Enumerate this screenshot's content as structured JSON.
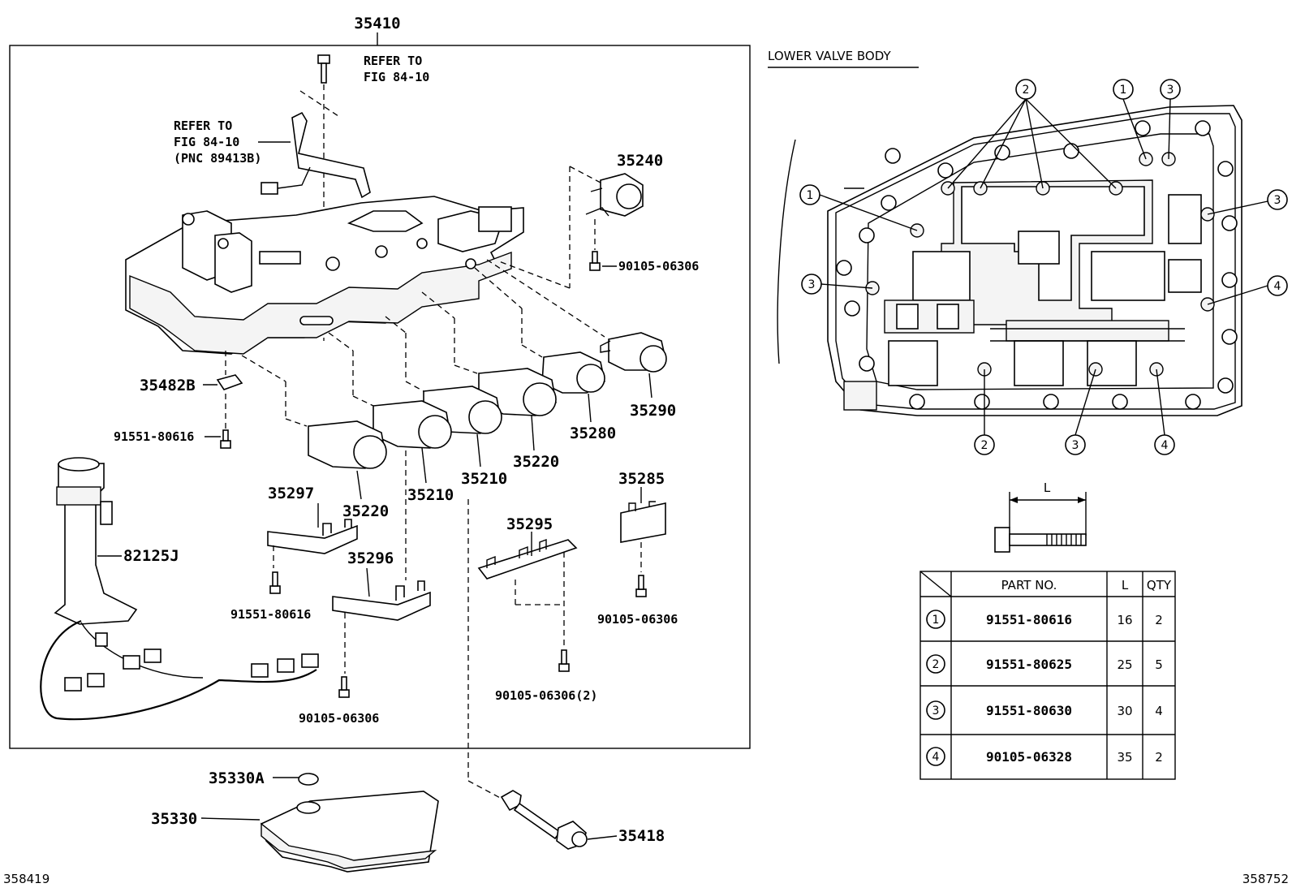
{
  "main_group": {
    "part_no": "35410"
  },
  "refer_labels": {
    "bolt_ref_line1": "REFER TO",
    "bolt_ref_line2": "FIG 84-10",
    "harness_ref_line1": "REFER TO",
    "harness_ref_line2": "FIG 84-10",
    "harness_ref_line3": "(PNC 89413B)"
  },
  "callouts": {
    "c35240": "35240",
    "c90105_a": "90105-06306",
    "c35290": "35290",
    "c35280": "35280",
    "c35482B": "35482B",
    "c91551_a": "91551-80616",
    "c35220_a": "35220",
    "c35210_a": "35210",
    "c35210_b": "35210",
    "c35220_b": "35220",
    "c35285": "35285",
    "c35297": "35297",
    "c35295": "35295",
    "c82125J": "82125J",
    "c35296": "35296",
    "c91551_b": "91551-80616",
    "c90105_b": "90105-06306",
    "c90105_c": "90105-06306(2)",
    "c90105_d": "90105-06306",
    "c35330A": "35330A",
    "c35330": "35330",
    "c35418": "35418"
  },
  "lower_valve_body": {
    "title": "LOWER VALVE BODY",
    "markers": [
      "1",
      "2",
      "3",
      "4"
    ]
  },
  "bolt_dimension": {
    "label": "L"
  },
  "bolt_table": {
    "headers": {
      "part_no": "PART NO.",
      "length": "L",
      "qty": "QTY"
    },
    "rows": [
      {
        "ref": "1",
        "part_no": "91551-80616",
        "length": "16",
        "qty": "2"
      },
      {
        "ref": "2",
        "part_no": "91551-80625",
        "length": "25",
        "qty": "5"
      },
      {
        "ref": "3",
        "part_no": "91551-80630",
        "length": "30",
        "qty": "4"
      },
      {
        "ref": "4",
        "part_no": "90105-06328",
        "length": "35",
        "qty": "2"
      }
    ]
  },
  "footer": {
    "left_code": "358419",
    "right_code": "358752"
  }
}
